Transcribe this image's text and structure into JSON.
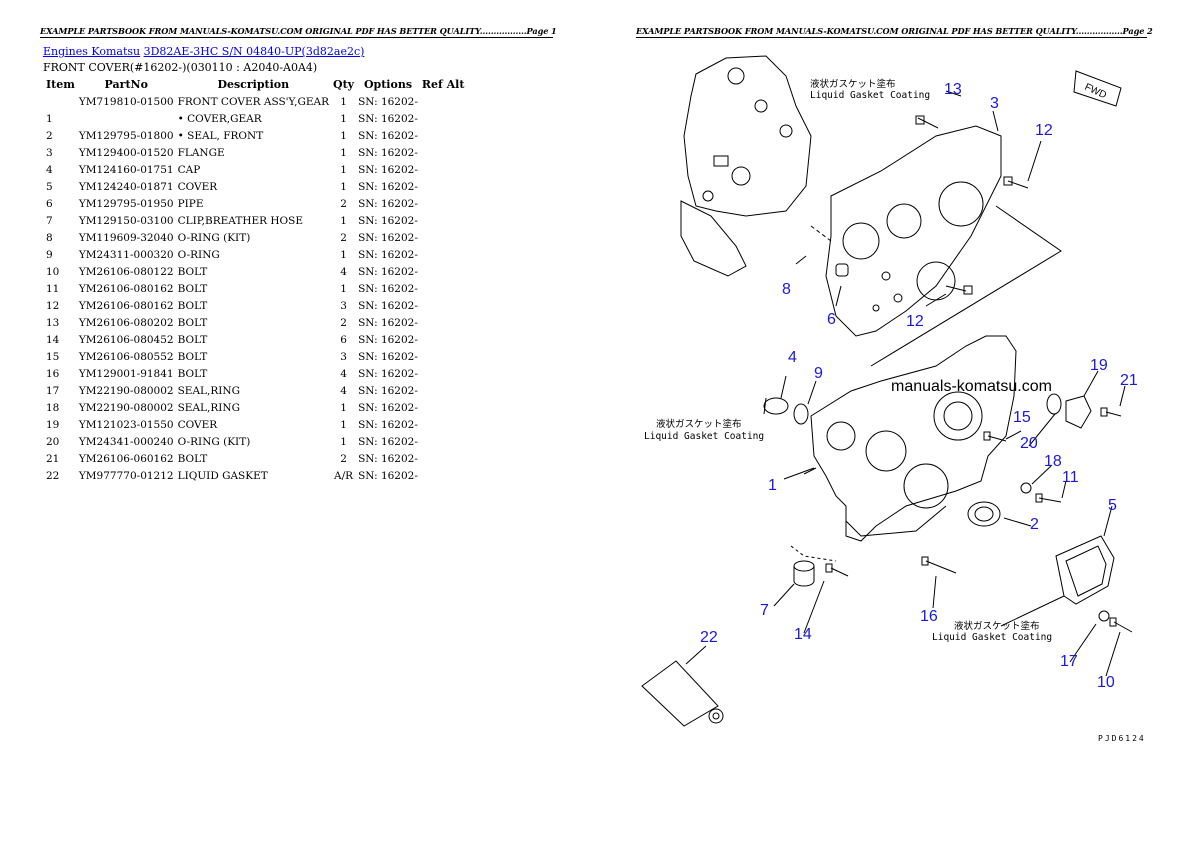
{
  "header": {
    "page1": "EXAMPLE PARTSBOOK FROM MANUALS-KOMATSU.COM ORIGINAL PDF HAS BETTER QUALITY.................Page 1",
    "page2": "EXAMPLE PARTSBOOK FROM MANUALS-KOMATSU.COM ORIGINAL PDF HAS BETTER QUALITY.................Page 2"
  },
  "breadcrumb": {
    "link1": "Engines Komatsu",
    "link2": "3D82AE-3HC S/N 04840-UP(3d82ae2c)"
  },
  "subtitle": "FRONT COVER(#16202-)(030110 : A2040-A0A4)",
  "table": {
    "columns": [
      "Item",
      "PartNo",
      "Description",
      "Qty",
      "Options",
      "Ref Alt"
    ],
    "rows": [
      {
        "item": "",
        "part": "YM719810-01500",
        "desc": "FRONT COVER ASS'Y,GEAR",
        "qty": "1",
        "opt": "SN: 16202-"
      },
      {
        "item": "1",
        "part": "",
        "desc": "• COVER,GEAR",
        "qty": "1",
        "opt": "SN: 16202-"
      },
      {
        "item": "2",
        "part": "YM129795-01800",
        "desc": "• SEAL, FRONT",
        "qty": "1",
        "opt": "SN: 16202-"
      },
      {
        "item": "3",
        "part": "YM129400-01520",
        "desc": "FLANGE",
        "qty": "1",
        "opt": "SN: 16202-"
      },
      {
        "item": "4",
        "part": "YM124160-01751",
        "desc": "CAP",
        "qty": "1",
        "opt": "SN: 16202-"
      },
      {
        "item": "5",
        "part": "YM124240-01871",
        "desc": "COVER",
        "qty": "1",
        "opt": "SN: 16202-"
      },
      {
        "item": "6",
        "part": "YM129795-01950",
        "desc": "PIPE",
        "qty": "2",
        "opt": "SN: 16202-"
      },
      {
        "item": "7",
        "part": "YM129150-03100",
        "desc": "CLIP,BREATHER HOSE",
        "qty": "1",
        "opt": "SN: 16202-"
      },
      {
        "item": "8",
        "part": "YM119609-32040",
        "desc": "O-RING (KIT)",
        "qty": "2",
        "opt": "SN: 16202-"
      },
      {
        "item": "9",
        "part": "YM24311-000320",
        "desc": "O-RING",
        "qty": "1",
        "opt": "SN: 16202-"
      },
      {
        "item": "10",
        "part": "YM26106-080122",
        "desc": "BOLT",
        "qty": "4",
        "opt": "SN: 16202-"
      },
      {
        "item": "11",
        "part": "YM26106-080162",
        "desc": "BOLT",
        "qty": "1",
        "opt": "SN: 16202-"
      },
      {
        "item": "12",
        "part": "YM26106-080162",
        "desc": "BOLT",
        "qty": "3",
        "opt": "SN: 16202-"
      },
      {
        "item": "13",
        "part": "YM26106-080202",
        "desc": "BOLT",
        "qty": "2",
        "opt": "SN: 16202-"
      },
      {
        "item": "14",
        "part": "YM26106-080452",
        "desc": "BOLT",
        "qty": "6",
        "opt": "SN: 16202-"
      },
      {
        "item": "15",
        "part": "YM26106-080552",
        "desc": "BOLT",
        "qty": "3",
        "opt": "SN: 16202-"
      },
      {
        "item": "16",
        "part": "YM129001-91841",
        "desc": "BOLT",
        "qty": "4",
        "opt": "SN: 16202-"
      },
      {
        "item": "17",
        "part": "YM22190-080002",
        "desc": "SEAL,RING",
        "qty": "4",
        "opt": "SN: 16202-"
      },
      {
        "item": "18",
        "part": "YM22190-080002",
        "desc": "SEAL,RING",
        "qty": "1",
        "opt": "SN: 16202-"
      },
      {
        "item": "19",
        "part": "YM121023-01550",
        "desc": "COVER",
        "qty": "1",
        "opt": "SN: 16202-"
      },
      {
        "item": "20",
        "part": "YM24341-000240",
        "desc": "O-RING (KIT)",
        "qty": "1",
        "opt": "SN: 16202-"
      },
      {
        "item": "21",
        "part": "YM26106-060162",
        "desc": "BOLT",
        "qty": "2",
        "opt": "SN: 16202-"
      },
      {
        "item": "22",
        "part": "YM977770-01212",
        "desc": "LIQUID GASKET",
        "qty": "A/R",
        "opt": "SN: 16202-"
      }
    ]
  },
  "diagram": {
    "watermark": "manuals-komatsu.com",
    "fwd": "FWD",
    "code": "PJD6124",
    "notes": {
      "top_jp": "液状ガスケット塗布",
      "top_en": "Liquid Gasket Coating",
      "mid_jp": "液状ガスケット塗布",
      "mid_en": "Liquid Gasket Coating",
      "bot_jp": "液状ガスケット塗布",
      "bot_en": "Liquid Gasket Coating"
    },
    "callouts": {
      "n13": "13",
      "n3": "3",
      "n12a": "12",
      "n8": "8",
      "n6": "6",
      "n12b": "12",
      "n4": "4",
      "n9": "9",
      "n19": "19",
      "n21": "21",
      "n15": "15",
      "n20": "20",
      "n18": "18",
      "n11": "11",
      "n1": "1",
      "n5": "5",
      "n2": "2",
      "n7": "7",
      "n14": "14",
      "n16": "16",
      "n17": "17",
      "n10": "10",
      "n22": "22"
    }
  }
}
